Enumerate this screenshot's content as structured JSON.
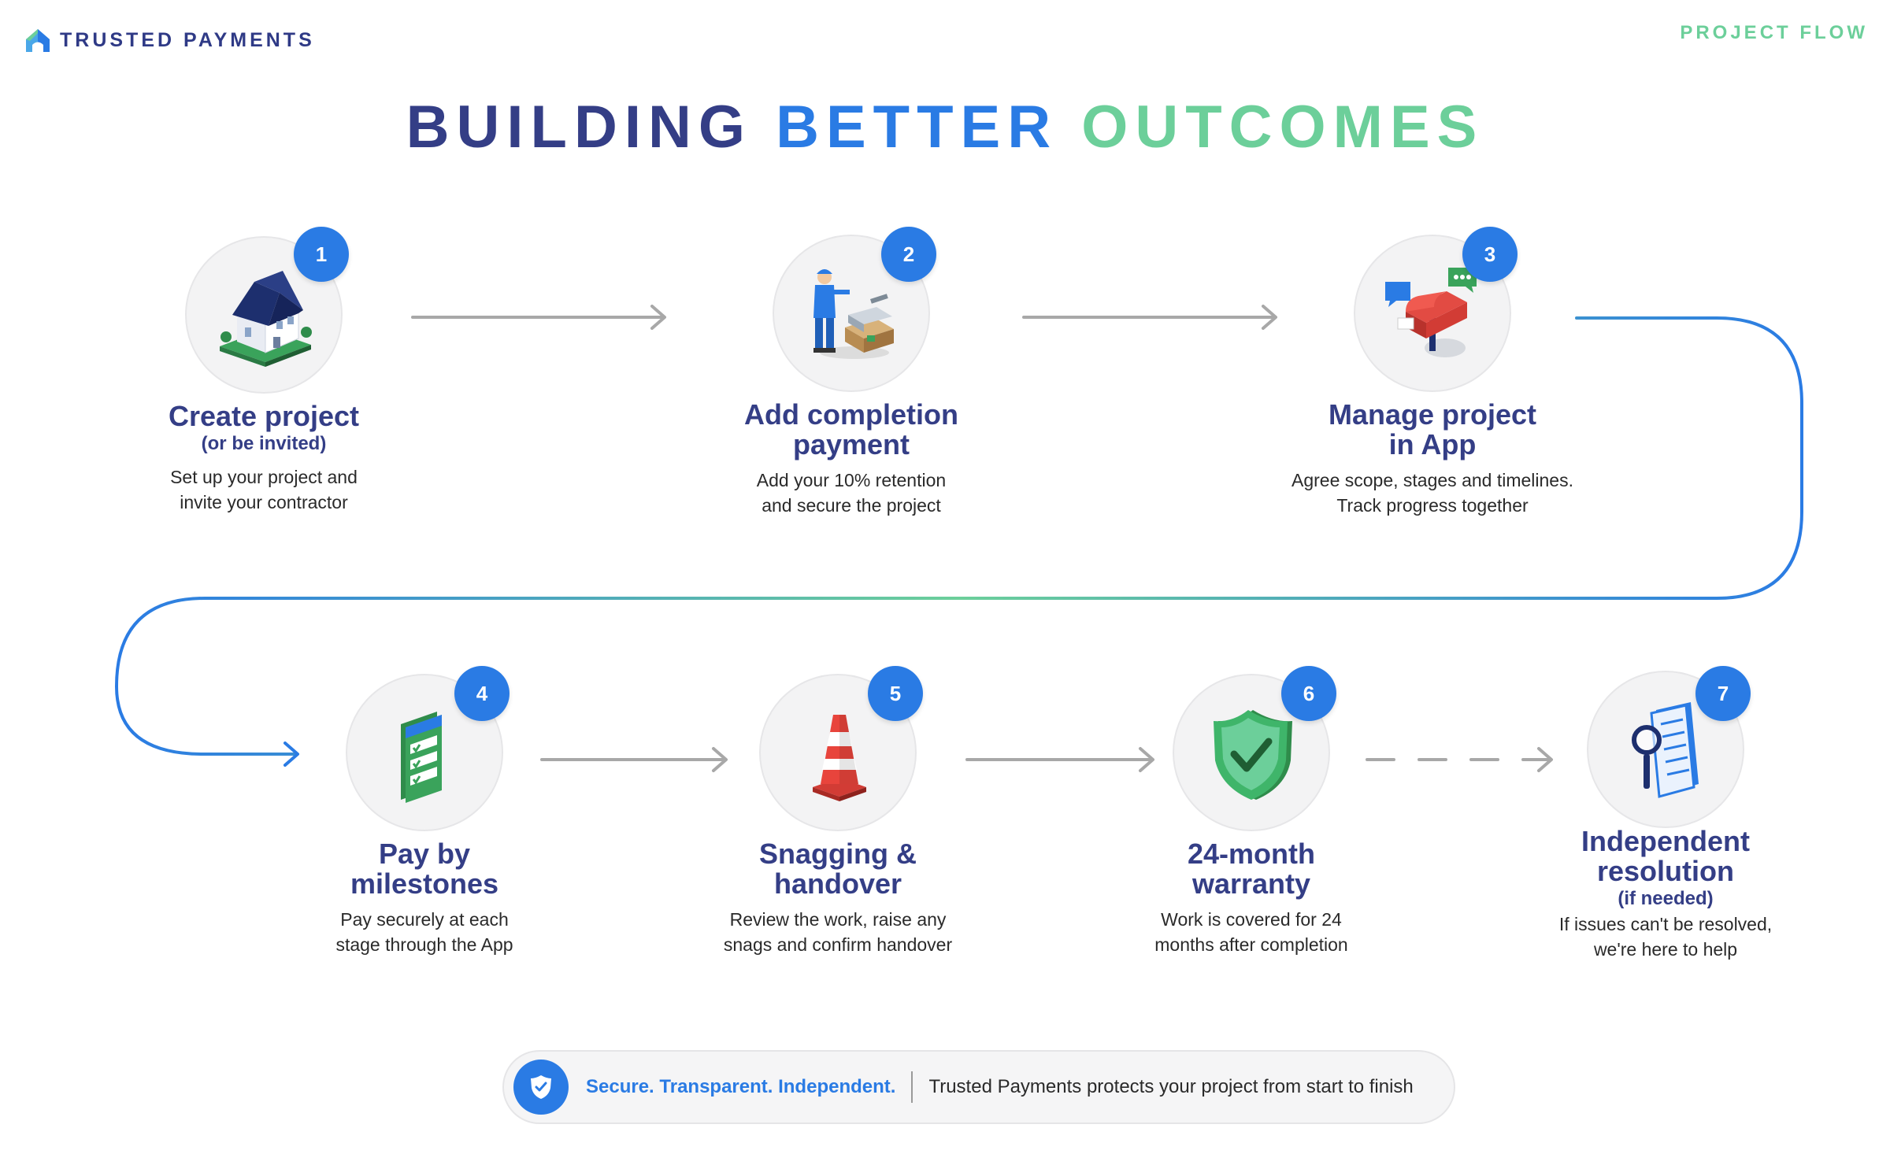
{
  "brand": {
    "name": "TRUSTED PAYMENTS"
  },
  "header": {
    "flow_label": "PROJECT FLOW"
  },
  "headline": {
    "word1": "BUILDING",
    "word2": "BETTER",
    "word3": "OUTCOMES"
  },
  "steps": [
    {
      "number": "1",
      "title": "Create project",
      "subtitle": "(or be invited)",
      "desc1": "Set up your project and",
      "desc2": "invite your contractor",
      "icon": "house-icon"
    },
    {
      "number": "2",
      "title1": "Add completion",
      "title2": "payment",
      "desc1": "Add your 10% retention",
      "desc2": "and secure the project",
      "icon": "worker-materials-icon"
    },
    {
      "number": "3",
      "title1": "Manage project",
      "title2": "in App",
      "desc1": "Agree scope, stages and timelines.",
      "desc2": "Track progress together",
      "icon": "mailbox-chat-icon"
    },
    {
      "number": "4",
      "title1": "Pay by",
      "title2": "milestones",
      "desc1": "Pay securely at each",
      "desc2": "stage through the App",
      "icon": "checklist-icon"
    },
    {
      "number": "5",
      "title1": "Snagging &",
      "title2": "handover",
      "desc1": "Review the work, raise any",
      "desc2": "snags and confirm handover",
      "icon": "traffic-cone-icon"
    },
    {
      "number": "6",
      "title1": "24-month",
      "title2": "warranty",
      "desc1": "Work is covered for 24",
      "desc2": "months after completion",
      "icon": "shield-check-icon"
    },
    {
      "number": "7",
      "title1": "Independent",
      "title2": "resolution",
      "subtitle": "(if needed)",
      "desc1": "If issues can't be resolved,",
      "desc2": "we're here to help",
      "icon": "document-magnifier-icon"
    }
  ],
  "footer": {
    "strong": "Secure. Transparent. Independent.",
    "text": "Trusted Payments protects your project from start to finish"
  },
  "colors": {
    "navy": "#343e86",
    "blue": "#2a7be4",
    "green": "#6ccf9a",
    "arrow_gray": "#a8a8a8"
  }
}
